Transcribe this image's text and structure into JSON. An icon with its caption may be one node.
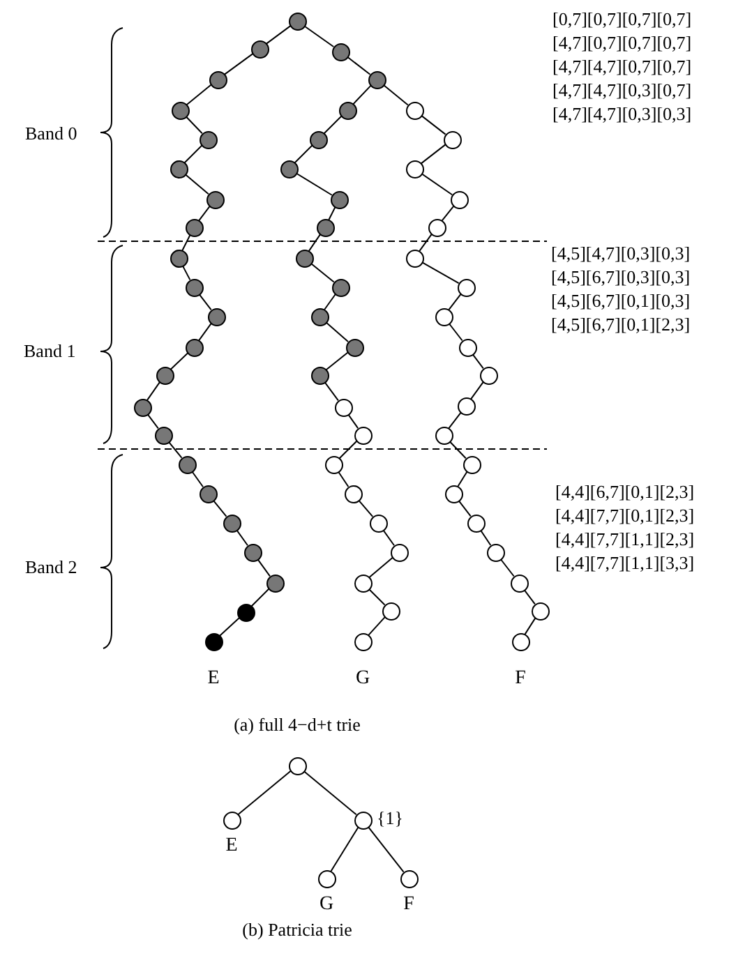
{
  "diagram": {
    "nodes": [
      {
        "text": [],
        "shape": "circle"
      },
      {
        "text": [],
        "shape": "circle"
      },
      {
        "text": [],
        "shape": "circle"
      },
      {
        "text": [],
        "shape": "circle"
      },
      {
        "text": [],
        "shape": "circle"
      },
      {
        "text": [],
        "shape": "circle"
      },
      {
        "text": [],
        "shape": "circle"
      },
      {
        "text": [],
        "shape": "circle"
      },
      {
        "text": [],
        "shape": "circle"
      },
      {
        "text": [],
        "shape": "circle"
      },
      {
        "text": [],
        "shape": "circle"
      },
      {
        "text": [],
        "shape": "circle"
      },
      {
        "text": [],
        "shape": "circle"
      },
      {
        "text": [],
        "shape": "circle"
      },
      {
        "text": [],
        "shape": "circle"
      },
      {
        "text": [],
        "shape": "circle"
      },
      {
        "text": [],
        "shape": "circle"
      },
      {
        "text": [],
        "shape": "circle"
      },
      {
        "text": [],
        "shape": "circle"
      },
      {
        "text": [],
        "shape": "circle"
      },
      {
        "text": [],
        "shape": "circle"
      },
      {
        "text": [],
        "shape": "circle",
        "beside": [
          "E"
        ]
      },
      {
        "text": [],
        "shape": "circle"
      },
      {
        "text": [],
        "shape": "circle"
      },
      {
        "text": [],
        "shape": "circle"
      },
      {
        "text": [],
        "shape": "circle"
      },
      {
        "text": [],
        "shape": "circle"
      },
      {
        "text": [],
        "shape": "circle"
      },
      {
        "text": [],
        "shape": "circle"
      },
      {
        "text": [],
        "shape": "circle"
      },
      {
        "text": [],
        "shape": "circle"
      },
      {
        "text": [],
        "shape": "circle"
      },
      {
        "text": [],
        "shape": "circle"
      },
      {
        "text": [],
        "shape": "circle"
      },
      {
        "text": [],
        "shape": "circle"
      },
      {
        "text": [],
        "shape": "circle"
      },
      {
        "text": [],
        "shape": "circle"
      },
      {
        "text": [],
        "shape": "circle"
      },
      {
        "text": [],
        "shape": "circle"
      },
      {
        "text": [],
        "shape": "circle"
      },
      {
        "text": [],
        "shape": "circle"
      },
      {
        "text": [],
        "shape": "circle"
      },
      {
        "text": [],
        "shape": "circle",
        "beside": [
          "G"
        ]
      },
      {
        "text": [],
        "shape": "circle"
      },
      {
        "text": [],
        "shape": "circle"
      },
      {
        "text": [],
        "shape": "circle"
      },
      {
        "text": [],
        "shape": "circle"
      },
      {
        "text": [],
        "shape": "circle"
      },
      {
        "text": [],
        "shape": "circle"
      },
      {
        "text": [],
        "shape": "circle"
      },
      {
        "text": [],
        "shape": "circle"
      },
      {
        "text": [],
        "shape": "circle"
      },
      {
        "text": [],
        "shape": "circle"
      },
      {
        "text": [],
        "shape": "circle"
      },
      {
        "text": [],
        "shape": "circle"
      },
      {
        "text": [],
        "shape": "circle"
      },
      {
        "text": [],
        "shape": "circle"
      },
      {
        "text": [],
        "shape": "circle"
      },
      {
        "text": [],
        "shape": "circle"
      },
      {
        "text": [],
        "shape": "circle"
      },
      {
        "text": [],
        "shape": "circle"
      },
      {
        "text": [],
        "shape": "circle",
        "beside": [
          "F"
        ]
      },
      {
        "text": [],
        "shape": "circle"
      },
      {
        "text": [],
        "shape": "circle",
        "beside": [
          "E"
        ]
      },
      {
        "text": [],
        "shape": "circle",
        "beside": [
          "{1}"
        ]
      },
      {
        "text": [],
        "shape": "circle",
        "beside": [
          "G"
        ]
      },
      {
        "text": [],
        "shape": "circle",
        "beside": [
          "F"
        ]
      }
    ],
    "edges": [
      {
        "from": 0,
        "to": 1,
        "arrow": "none"
      },
      {
        "from": 1,
        "to": 2,
        "arrow": "none"
      },
      {
        "from": 2,
        "to": 3,
        "arrow": "none"
      },
      {
        "from": 3,
        "to": 4,
        "arrow": "none"
      },
      {
        "from": 4,
        "to": 5,
        "arrow": "none"
      },
      {
        "from": 5,
        "to": 6,
        "arrow": "none"
      },
      {
        "from": 6,
        "to": 7,
        "arrow": "none"
      },
      {
        "from": 7,
        "to": 8,
        "arrow": "none"
      },
      {
        "from": 8,
        "to": 9,
        "arrow": "none"
      },
      {
        "from": 9,
        "to": 10,
        "arrow": "none"
      },
      {
        "from": 10,
        "to": 11,
        "arrow": "none"
      },
      {
        "from": 11,
        "to": 12,
        "arrow": "none"
      },
      {
        "from": 12,
        "to": 13,
        "arrow": "none"
      },
      {
        "from": 13,
        "to": 14,
        "arrow": "none"
      },
      {
        "from": 14,
        "to": 15,
        "arrow": "none"
      },
      {
        "from": 15,
        "to": 16,
        "arrow": "none"
      },
      {
        "from": 16,
        "to": 17,
        "arrow": "none"
      },
      {
        "from": 17,
        "to": 18,
        "arrow": "none"
      },
      {
        "from": 18,
        "to": 19,
        "arrow": "none"
      },
      {
        "from": 19,
        "to": 20,
        "arrow": "none"
      },
      {
        "from": 20,
        "to": 21,
        "arrow": "none"
      },
      {
        "from": 0,
        "to": 22,
        "arrow": "none"
      },
      {
        "from": 22,
        "to": 23,
        "arrow": "none"
      },
      {
        "from": 23,
        "to": 24,
        "arrow": "none"
      },
      {
        "from": 24,
        "to": 25,
        "arrow": "none"
      },
      {
        "from": 25,
        "to": 26,
        "arrow": "none"
      },
      {
        "from": 26,
        "to": 27,
        "arrow": "none"
      },
      {
        "from": 27,
        "to": 28,
        "arrow": "none"
      },
      {
        "from": 28,
        "to": 29,
        "arrow": "none"
      },
      {
        "from": 29,
        "to": 30,
        "arrow": "none"
      },
      {
        "from": 30,
        "to": 31,
        "arrow": "none"
      },
      {
        "from": 31,
        "to": 32,
        "arrow": "none"
      },
      {
        "from": 32,
        "to": 33,
        "arrow": "none"
      },
      {
        "from": 33,
        "to": 34,
        "arrow": "none"
      },
      {
        "from": 34,
        "to": 35,
        "arrow": "none"
      },
      {
        "from": 35,
        "to": 36,
        "arrow": "none"
      },
      {
        "from": 36,
        "to": 37,
        "arrow": "none"
      },
      {
        "from": 37,
        "to": 38,
        "arrow": "none"
      },
      {
        "from": 38,
        "to": 39,
        "arrow": "none"
      },
      {
        "from": 39,
        "to": 40,
        "arrow": "none"
      },
      {
        "from": 40,
        "to": 41,
        "arrow": "none"
      },
      {
        "from": 41,
        "to": 42,
        "arrow": "none"
      },
      {
        "from": 23,
        "to": 43,
        "arrow": "none"
      },
      {
        "from": 43,
        "to": 44,
        "arrow": "none"
      },
      {
        "from": 44,
        "to": 45,
        "arrow": "none"
      },
      {
        "from": 45,
        "to": 46,
        "arrow": "none"
      },
      {
        "from": 46,
        "to": 47,
        "arrow": "none"
      },
      {
        "from": 47,
        "to": 48,
        "arrow": "none"
      },
      {
        "from": 48,
        "to": 49,
        "arrow": "none"
      },
      {
        "from": 49,
        "to": 50,
        "arrow": "none"
      },
      {
        "from": 50,
        "to": 51,
        "arrow": "none"
      },
      {
        "from": 51,
        "to": 52,
        "arrow": "none"
      },
      {
        "from": 52,
        "to": 53,
        "arrow": "none"
      },
      {
        "from": 53,
        "to": 54,
        "arrow": "none"
      },
      {
        "from": 54,
        "to": 55,
        "arrow": "none"
      },
      {
        "from": 55,
        "to": 56,
        "arrow": "none"
      },
      {
        "from": 56,
        "to": 57,
        "arrow": "none"
      },
      {
        "from": 57,
        "to": 58,
        "arrow": "none"
      },
      {
        "from": 58,
        "to": 59,
        "arrow": "none"
      },
      {
        "from": 59,
        "to": 60,
        "arrow": "none"
      },
      {
        "from": 60,
        "to": 61,
        "arrow": "none"
      },
      {
        "from": 62,
        "to": 63,
        "arrow": "none"
      },
      {
        "from": 62,
        "to": 64,
        "arrow": "none"
      },
      {
        "from": 64,
        "to": 65,
        "arrow": "none"
      },
      {
        "from": 64,
        "to": 66,
        "arrow": "none"
      }
    ],
    "labels": [
      "[0,7][0,7][0,7][0,7]",
      "[4,7][0,7][0,7][0,7]",
      "[4,7][4,7][0,7][0,7]",
      "[4,7][4,7][0,3][0,7]",
      "[4,7][4,7][0,3][0,3]",
      "Band 0",
      "[4,5][4,7][0,3][0,3]",
      "[4,5][6,7][0,3][0,3]",
      "[4,5][6,7][0,1][0,3]",
      "[4,5][6,7][0,1][2,3]",
      "Band 1",
      "[4,4][6,7][0,1][2,3]",
      "[4,4][7,7][0,1][2,3]",
      "[4,4][7,7][1,1][2,3]",
      "[4,4][7,7][1,1][3,3]",
      "Band 2",
      "(a) full 4−d+t trie",
      "(b) Patricia trie"
    ]
  }
}
